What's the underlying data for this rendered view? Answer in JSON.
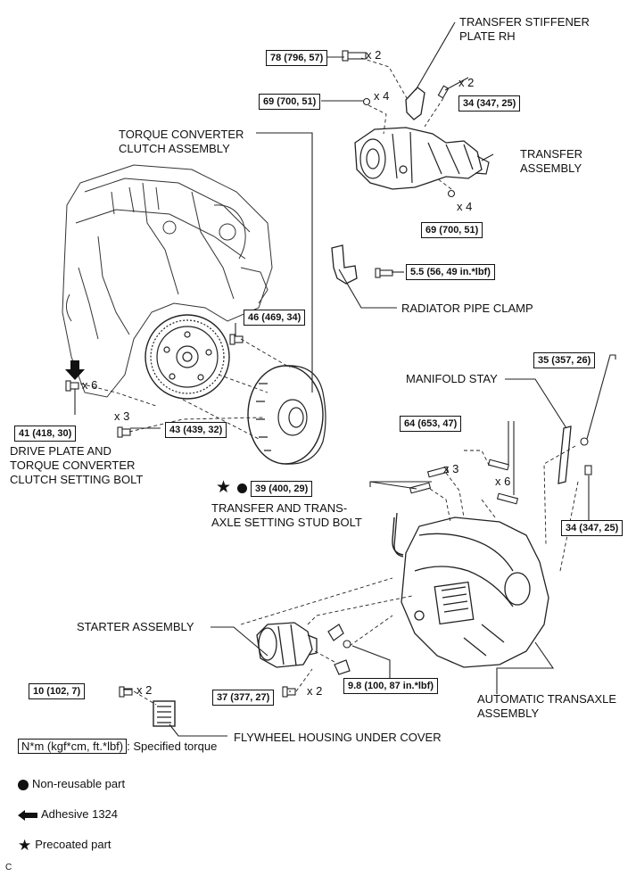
{
  "labels": {
    "transfer_stiffener": "TRANSFER STIFFENER\nPLATE RH",
    "transfer_assembly": "TRANSFER\nASSEMBLY",
    "torque_converter": "TORQUE CONVERTER\nCLUTCH ASSEMBLY",
    "radiator_pipe_clamp": "RADIATOR PIPE CLAMP",
    "manifold_stay": "MANIFOLD STAY",
    "drive_plate_bolt": "DRIVE PLATE AND\nTORQUE CONVERTER\nCLUTCH SETTING BOLT",
    "stud_bolt": "TRANSFER AND TRANS-\nAXLE SETTING STUD BOLT",
    "starter_assembly": "STARTER ASSEMBLY",
    "automatic_transaxle": "AUTOMATIC TRANSAXLE\nASSEMBLY",
    "flywheel_cover": "FLYWHEEL HOUSING UNDER COVER"
  },
  "torques": {
    "t78": "78 (796, 57)",
    "t69a": "69 (700, 51)",
    "t34a": "34 (347, 25)",
    "t69b": "69 (700, 51)",
    "t55": "5.5 (56, 49 in.*lbf)",
    "t46": "46 (469, 34)",
    "t35": "35 (357, 26)",
    "t41": "41 (418, 30)",
    "t43": "43 (439, 32)",
    "t64": "64 (653, 47)",
    "t39": "39 (400, 29)",
    "t34b": "34 (347, 25)",
    "t10": "10 (102, 7)",
    "t37": "37 (377, 27)",
    "t98": "9.8 (100, 87 in.*lbf)"
  },
  "quantities": {
    "q78": "x 2",
    "q69a": "x 4",
    "q34a": "x 2",
    "q69b": "x 4",
    "q41": "x 6",
    "q43": "x 3",
    "q39": "x 3",
    "q64": "x 6",
    "q10": "x 2",
    "q37": "x 2"
  },
  "legend": {
    "specified_box": "N*m (kgf*cm, ft.*lbf)",
    "specified_text": ": Specified torque",
    "non_reusable": "Non-reusable part",
    "adhesive": "Adhesive 1324",
    "precoated": "Precoated part"
  },
  "corner_code": "C"
}
